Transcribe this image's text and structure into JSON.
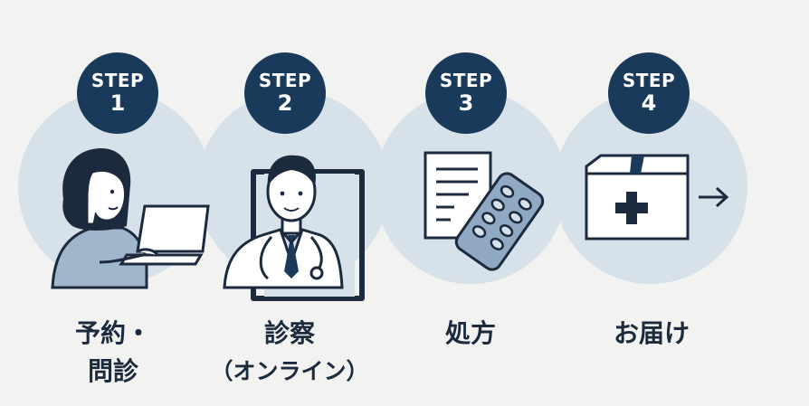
{
  "steps": [
    {
      "badge_word": "STEP",
      "badge_num": "1",
      "label_line1": "予約・",
      "label_line2": "問診",
      "icon": "patient-laptop-icon"
    },
    {
      "badge_word": "STEP",
      "badge_num": "2",
      "label_line1": "診察",
      "label_line2": "（オンライン）",
      "icon": "doctor-tablet-icon"
    },
    {
      "badge_word": "STEP",
      "badge_num": "3",
      "label_line1": "処方",
      "label_line2": "",
      "icon": "prescription-pills-icon"
    },
    {
      "badge_word": "STEP",
      "badge_num": "4",
      "label_line1": "お届け",
      "label_line2": "",
      "icon": "medical-box-delivery-icon"
    }
  ],
  "colors": {
    "background": "#f2f2f1",
    "circle": "#d6e1ea",
    "badge": "#1a3a5c",
    "ink": "#1c2a3e",
    "light_fill": "#8fa9c2"
  }
}
